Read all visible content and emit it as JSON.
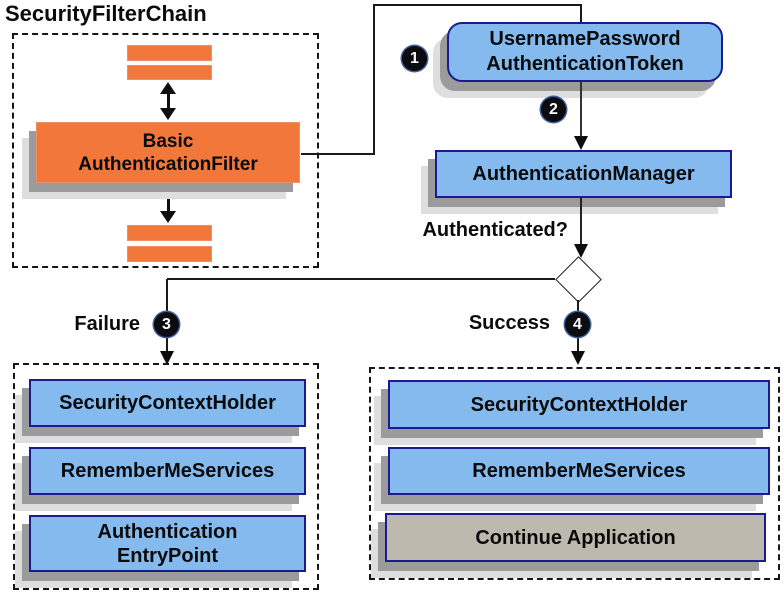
{
  "title": "SecurityFilterChain",
  "colors": {
    "orange": "#f2773b",
    "orange_border": "#ee9064",
    "blue": "#85baef",
    "blue_border": "#1b1b8f",
    "gray_node": "#beb9ae",
    "shadow_dark": "#9b9b9b",
    "shadow_light": "#dedede",
    "line": "#1a1a1a"
  },
  "flow": {
    "filter": "Basic\nAuthenticationFilter",
    "token": "UsernamePassword\nAuthenticationToken",
    "manager": "AuthenticationManager",
    "decision": "Authenticated?",
    "failure_label": "Failure",
    "success_label": "Success",
    "badges": [
      "1",
      "2",
      "3",
      "4"
    ]
  },
  "failure_panel": {
    "items": [
      "SecurityContextHolder",
      "RememberMeServices",
      "Authentication\nEntryPoint"
    ]
  },
  "success_panel": {
    "items": [
      "SecurityContextHolder",
      "RememberMeServices",
      "Continue Application"
    ]
  }
}
